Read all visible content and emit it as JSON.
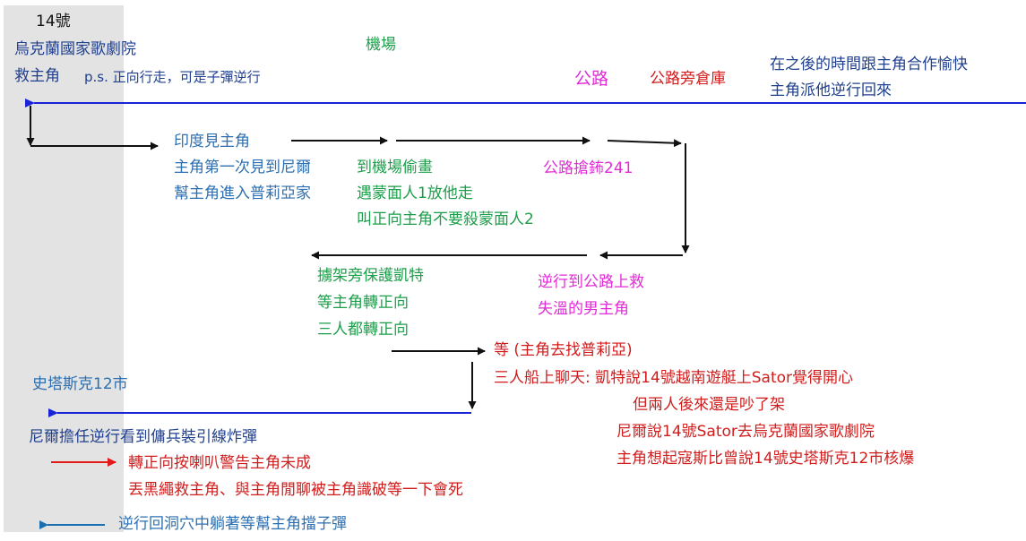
{
  "colors": {
    "blue": "#2d6fb0",
    "navy": "#1f3f8f",
    "green": "#1c9e4a",
    "magenta": "#e02bd6",
    "red": "#d11c1c",
    "band": "#e3e3e3",
    "arrow_blue": "#1a24d6",
    "arrow_red": "#e21a1a",
    "arrow_teal": "#1a6fb0"
  },
  "left_band": {
    "day": "14號",
    "place": "烏克蘭國家歌劇院",
    "line2": "救主角",
    "note": "p.s. 正向行走，可是子彈逆行"
  },
  "headers": {
    "airport": "機場",
    "highway": "公路",
    "garage": "公路旁倉庫"
  },
  "top_right": {
    "line1": "在之後的時間跟主角合作愉快",
    "line2": "主角派他逆行回來"
  },
  "india": [
    "印度見主角",
    "主角第一次見到尼爾",
    "幫主角進入普莉亞家"
  ],
  "airport_steps": [
    "到機場偷畫",
    "遇蒙面人1放他走",
    "叫正向主角不要殺蒙面人2"
  ],
  "highway_robbery": "公路搶鈽241",
  "rescue": [
    "逆行到公路上救",
    "失溫的男主角"
  ],
  "kidnap": [
    "擄架旁保護凱特",
    "等主角轉正向",
    "三人都轉正向"
  ],
  "boat": {
    "wait": "等 (主角去找普莉亞)",
    "chat": "三人船上聊天: 凱特說14號越南遊艇上Sator覺得開心",
    "quarrel": "但兩人後來還是吵了架",
    "neil_says": "尼爾說14號Sator去烏克蘭國家歌劇院",
    "recall": "主角想起寇斯比曾說14號史塔斯克12市核爆"
  },
  "stalsk": {
    "title": "史塔斯克12市",
    "line1": "尼爾擔任逆行看到傭兵裝引線炸彈",
    "line2": "轉正向按喇叭警告主角未成",
    "line3": "丟黑繩救主角、與主角閒聊被主角識破等一下會死",
    "line4": "逆行回洞穴中躺著等幫主角擋子彈"
  }
}
